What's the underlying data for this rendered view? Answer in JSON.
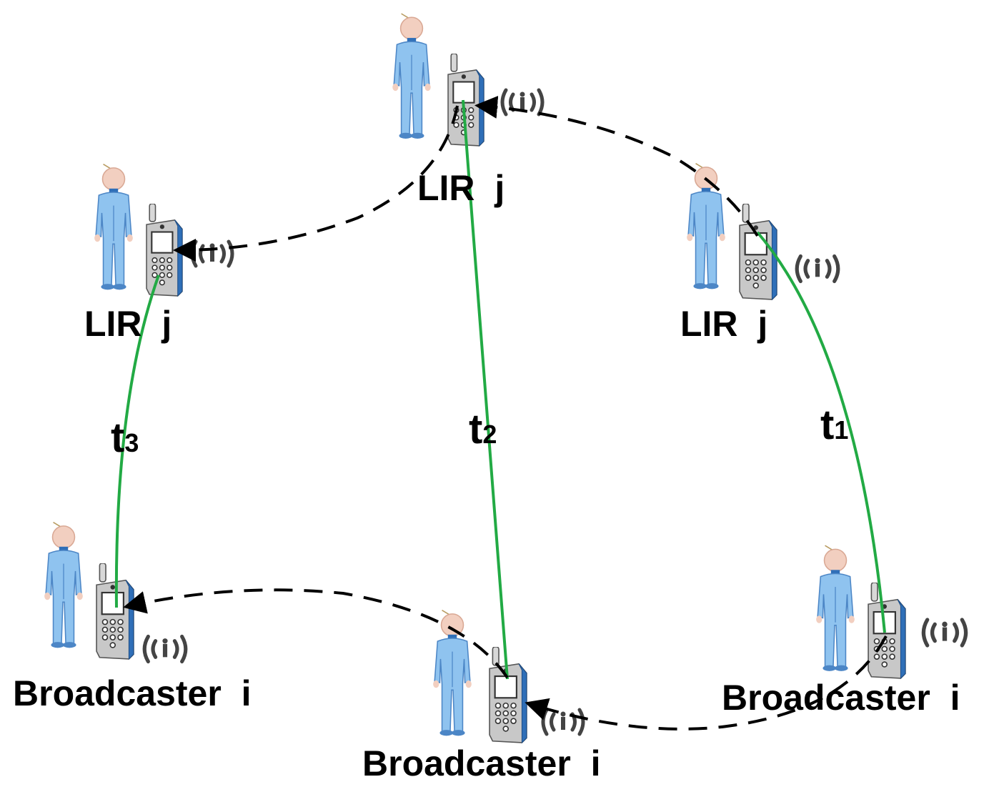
{
  "labels": {
    "lir_top": "LIR  j",
    "lir_left": "LIR  j",
    "lir_right": "LIR  j",
    "bc_left": "Broadcaster  i",
    "bc_mid": "Broadcaster  i",
    "bc_right": "Broadcaster  i"
  },
  "times": {
    "t1": {
      "base": "t",
      "sub": "1"
    },
    "t2": {
      "base": "t",
      "sub": "2"
    },
    "t3": {
      "base": "t",
      "sub": "3"
    }
  },
  "icons": [
    "person-icon",
    "mobile-phone-icon",
    "wireless-signal-icon"
  ],
  "colors": {
    "link_green": "#22aa44",
    "path_dashed": "#000000",
    "person_body": "#8fc3ef",
    "person_head": "#f2cfc0",
    "phone_body": "#c8c8c8",
    "phone_accent": "#2f6fb8"
  }
}
